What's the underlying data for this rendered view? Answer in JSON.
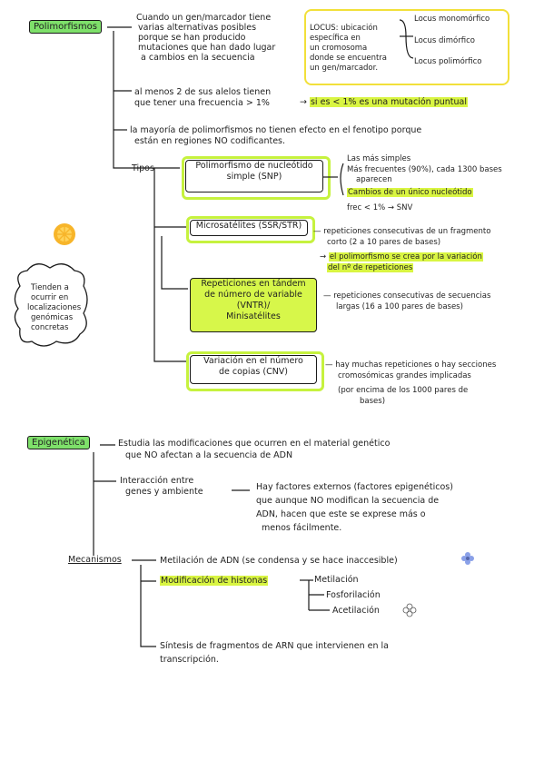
{
  "polimorfismos": {
    "title": "Polimorfismos",
    "def": [
      "Cuando un gen/marcador tiene",
      "varias alternativas posibles",
      "porque se han producido",
      "mutaciones que han dado lugar",
      "a cambios en la secuencia"
    ],
    "locus": [
      "LOCUS: ubicación",
      "específica en",
      "un cromosoma",
      "donde se encuentra",
      "un gen/marcador."
    ],
    "locus_types": [
      "Locus monomórfico",
      "Locus dimórfico",
      "Locus polimórfico"
    ],
    "frecuencia": [
      "al menos 2 de sus alelos tienen",
      "que tener una frecuencia > 1%"
    ],
    "puntual": "si es < 1% es una mutación puntual",
    "mayoria": [
      "la mayoría de polimorfismos no tienen efecto en el fenotipo porque",
      "están en regiones NO codificantes."
    ],
    "tipos_label": "Tipos",
    "snp": {
      "name": [
        "Polimorfismo de nucleótido",
        "simple (SNP)"
      ],
      "notes": [
        "Las más simples",
        "Más frecuentes (90%), cada 1300 bases",
        "aparecen",
        "Cambios de un único nucleótido",
        "frec < 1% → SNV"
      ]
    },
    "str": {
      "name": "Microsatélites (SSR/STR)",
      "notes": [
        "repeticiones consecutivas de un fragmento",
        "corto (2 a 10 pares de bases)",
        "el polimorfismo se crea por la variación",
        "del nº de repeticiones"
      ]
    },
    "vntr": {
      "name": [
        "Repeticiones en tándem",
        "de número de variable",
        "(VNTR)/",
        "Minisatélites"
      ],
      "notes": [
        "repeticiones consecutivas de secuencias",
        "largas (16 a 100 pares de bases)"
      ]
    },
    "cnv": {
      "name": [
        "Variación en el número",
        "de copias (CNV)"
      ],
      "notes": [
        "hay muchas repeticiones o hay secciones",
        "cromosómicas grandes implicadas",
        "(por encima de los 1000 pares de",
        "bases)"
      ]
    },
    "side_note": [
      "Tienden a",
      "ocurrir en",
      "localizaciones",
      "genómicas",
      "concretas"
    ]
  },
  "epigenetica": {
    "title": "Epigenética",
    "estudia": [
      "Estudia las modificaciones que ocurren en el material genético",
      "que NO afectan a la secuencia de ADN"
    ],
    "interaccion": [
      "Interacción entre",
      "genes y ambiente"
    ],
    "factores": [
      "Hay factores externos (factores epigenéticos)",
      "que aunque NO modifican la secuencia de",
      "ADN, hacen que este se exprese más o",
      "menos fácilmente."
    ],
    "mecanismos_label": "Mecanismos",
    "metilacion": "Metilación de ADN (se condensa y se hace inaccesible)",
    "histonas": "Modificación de histonas",
    "histonas_items": [
      "Metilación",
      "Fosforilación",
      "Acetilación"
    ],
    "sintesis": [
      "Síntesis de fragmentos de ARN que intervienen en la",
      "transcripción."
    ]
  }
}
